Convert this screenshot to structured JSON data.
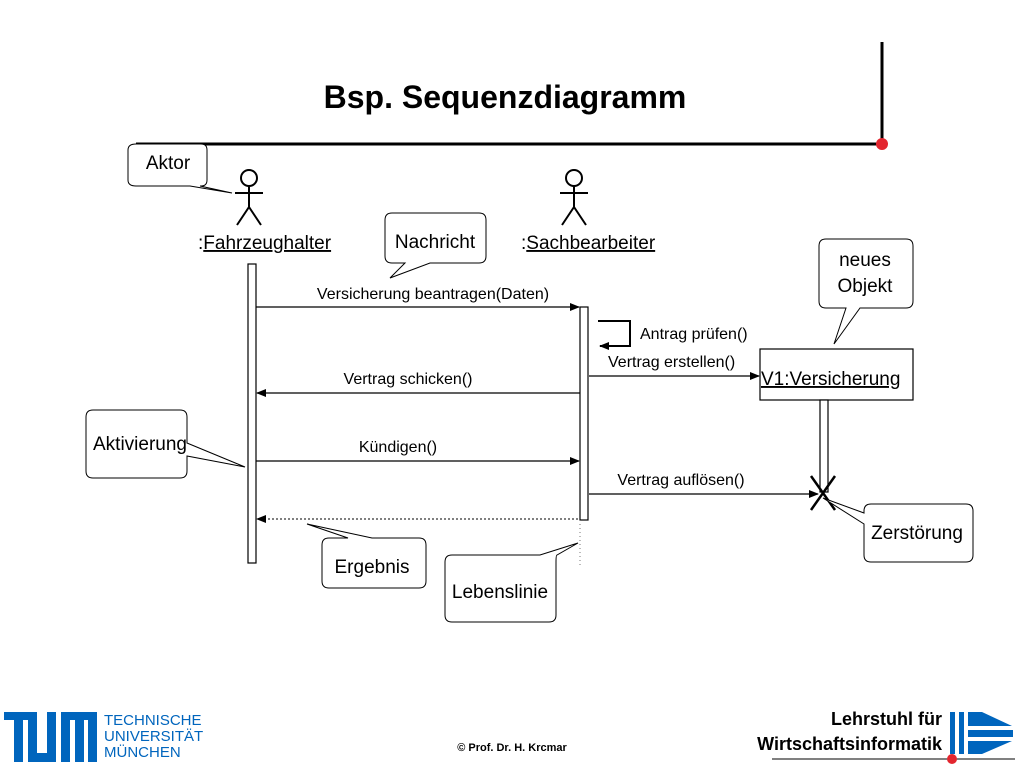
{
  "title": "Bsp. Sequenzdiagramm",
  "objects": {
    "fahrzeughalter_prefix": ":",
    "fahrzeughalter_name": "Fahrzeughalter",
    "sachbearbeiter_prefix": ":",
    "sachbearbeiter_name": "Sachbearbeiter",
    "versicherung": "V1:Versicherung"
  },
  "messages": {
    "beantragen": "Versicherung beantragen(Daten)",
    "pruefen": "Antrag prüfen()",
    "erstellen": "Vertrag erstellen()",
    "schicken": "Vertrag schicken()",
    "kuendigen": "Kündigen()",
    "aufloesen": "Vertrag auflösen()"
  },
  "callouts": {
    "aktor": "Aktor",
    "nachricht": "Nachricht",
    "neues_objekt_1": "neues",
    "neues_objekt_2": "Objekt",
    "aktivierung": "Aktivierung",
    "zerstoerung": "Zerstörung",
    "ergebnis": "Ergebnis",
    "lebenslinie": "Lebenslinie"
  },
  "footer": {
    "tum_line1": "TECHNISCHE",
    "tum_line2": "UNIVERSITÄT",
    "tum_line3": "MÜNCHEN",
    "copyright": "© Prof. Dr. H. Krcmar",
    "chair_line1": "Lehrstuhl für",
    "chair_line2": "Wirtschaftsinformatik"
  },
  "colors": {
    "accent_red": "#e3262f",
    "tum_blue": "#0065bd",
    "line": "#000000"
  }
}
